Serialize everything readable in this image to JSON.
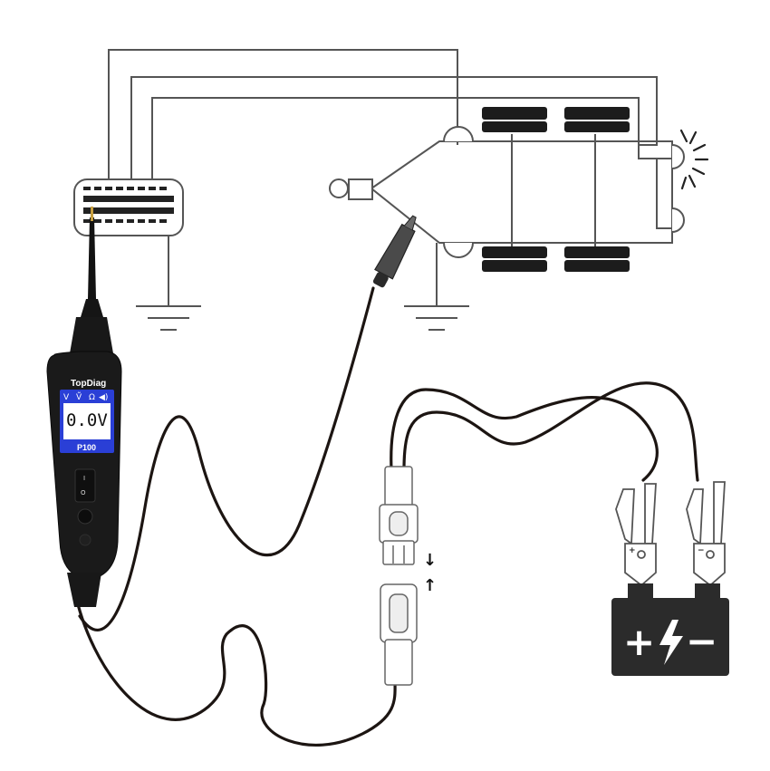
{
  "device": {
    "brand": "TopDiag",
    "model": "P100",
    "display_reading": "0.0V",
    "modes": [
      "V",
      "Ṽ",
      "Ω",
      "◀)"
    ],
    "switch_on": "I",
    "switch_off": "O"
  },
  "battery": {
    "sign_left": "+",
    "sign_right": "−",
    "bolt": "ϟ",
    "terminal_pos": "+",
    "terminal_neg": "−"
  },
  "connector": {
    "arrow_down": "↓",
    "arrow_up": "↑"
  },
  "icons": {
    "connector": "obd-connector-icon",
    "ground": "ground-symbol-icon",
    "bulb": "bulb-icon",
    "battery": "battery-icon",
    "clamp": "alligator-clip-icon"
  },
  "colors": {
    "line": "#555555",
    "device_body": "#1a1a1a",
    "screen_bar": "#2a3fd6",
    "screen_bg": "#ffffff",
    "battery": "#2b2b2b",
    "cable": "#1c1512"
  }
}
